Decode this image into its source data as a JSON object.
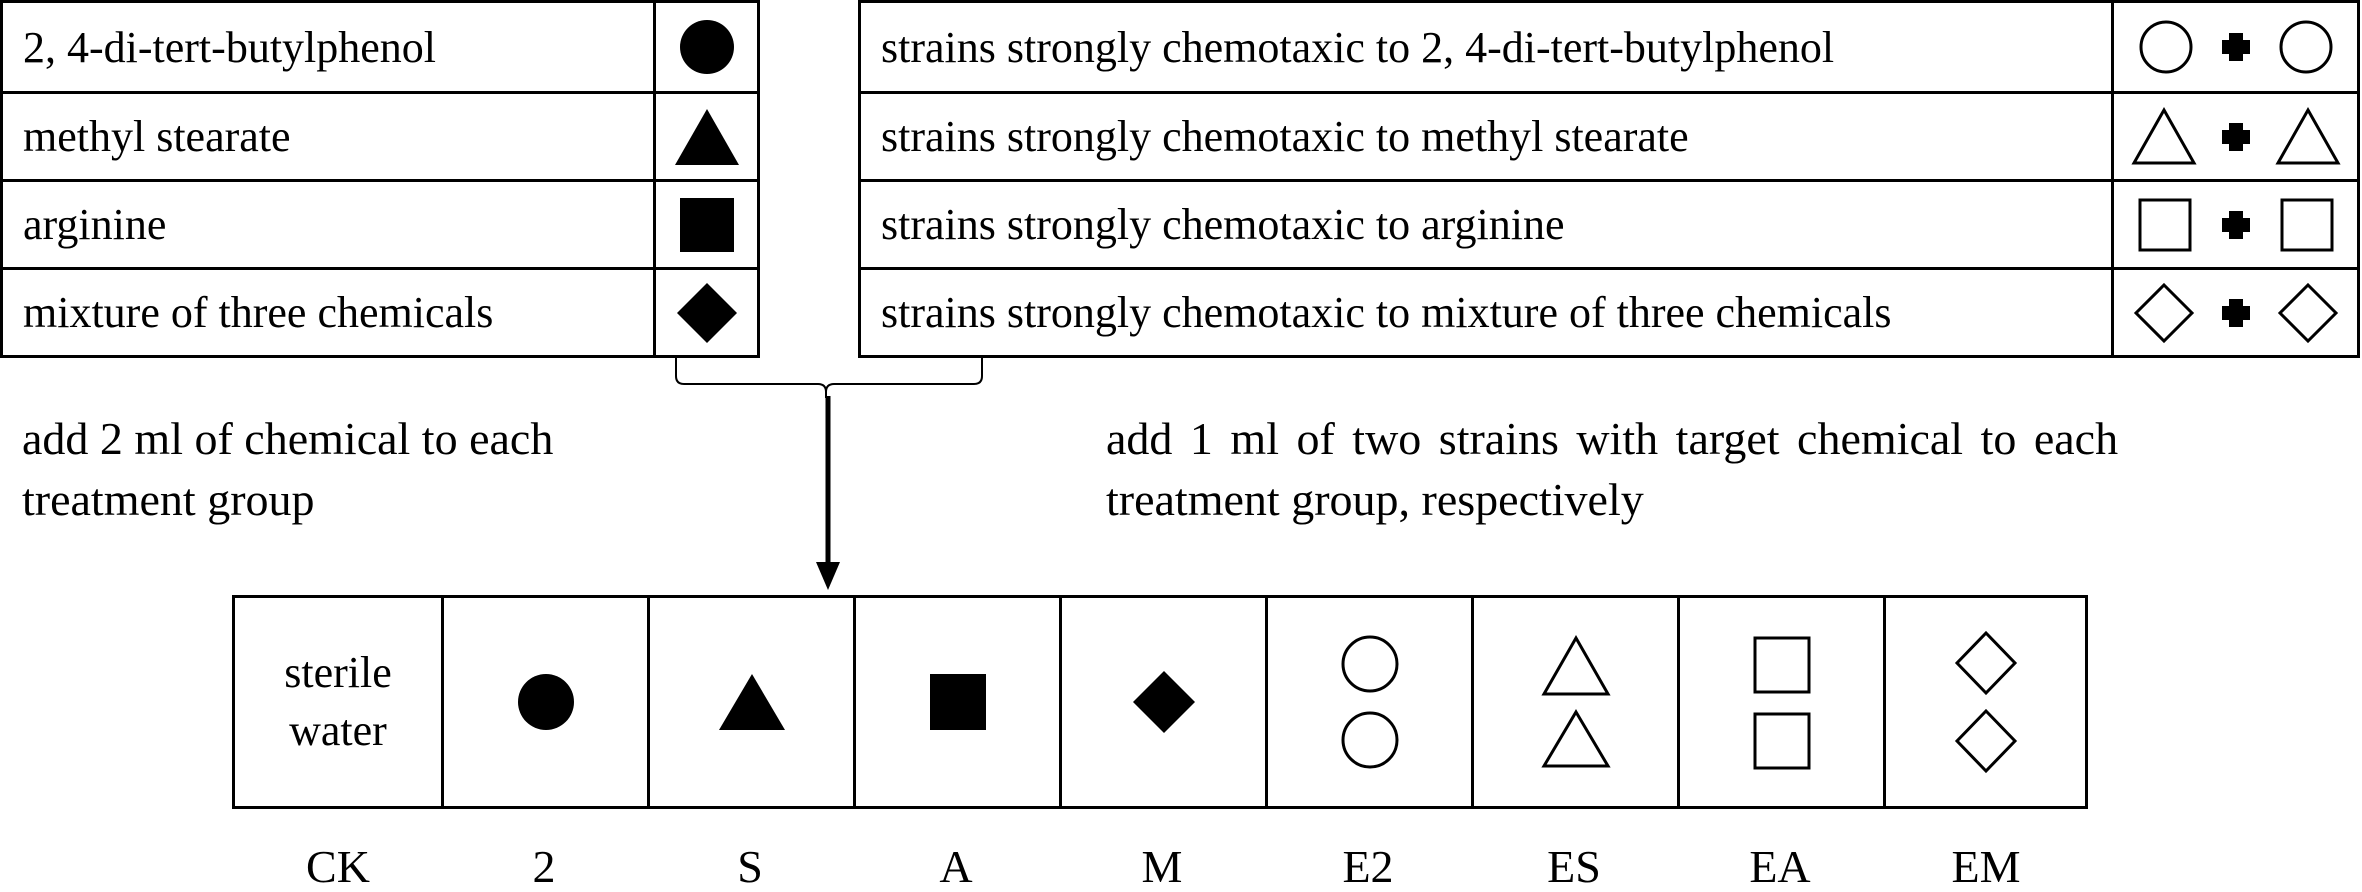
{
  "chemicals_legend": [
    {
      "label": "2, 4-di-tert-butylphenol",
      "symbol": "filled-circle-icon"
    },
    {
      "label": "methyl stearate",
      "symbol": "filled-triangle-icon"
    },
    {
      "label": "arginine",
      "symbol": "filled-square-icon"
    },
    {
      "label": "mixture of three chemicals",
      "symbol": "filled-diamond-icon"
    }
  ],
  "strains_legend": [
    {
      "label": "strains strongly chemotaxic to 2, 4-di-tert-butylphenol",
      "symbol": "open-circle-plus-open-circle-icon"
    },
    {
      "label": "strains strongly chemotaxic to methyl stearate",
      "symbol": "open-triangle-plus-open-triangle-icon"
    },
    {
      "label": "strains strongly chemotaxic to arginine",
      "symbol": "open-square-plus-open-square-icon"
    },
    {
      "label": "strains strongly chemotaxic to mixture of three chemicals",
      "symbol": "open-diamond-plus-open-diamond-icon"
    }
  ],
  "notes": {
    "chemical_line1": "add 2 ml of chemical to each",
    "chemical_line2": "treatment group",
    "strain_line1": "add 1 ml of two strains with target chemical to each",
    "strain_line2": "treatment group, respectively"
  },
  "groups": [
    {
      "label": "CK",
      "content": "sterile water",
      "content_line1": "sterile",
      "content_line2": "water"
    },
    {
      "label": "2",
      "symbol": "filled-circle-icon"
    },
    {
      "label": "S",
      "symbol": "filled-triangle-icon"
    },
    {
      "label": "A",
      "symbol": "filled-square-icon"
    },
    {
      "label": "M",
      "symbol": "filled-diamond-icon"
    },
    {
      "label": "E2",
      "symbol": "open-circle-pair-icon"
    },
    {
      "label": "ES",
      "symbol": "open-triangle-pair-icon"
    },
    {
      "label": "EA",
      "symbol": "open-square-pair-icon"
    },
    {
      "label": "EM",
      "symbol": "open-diamond-pair-icon"
    }
  ],
  "colors": {
    "line": "#000000",
    "background": "#ffffff"
  }
}
